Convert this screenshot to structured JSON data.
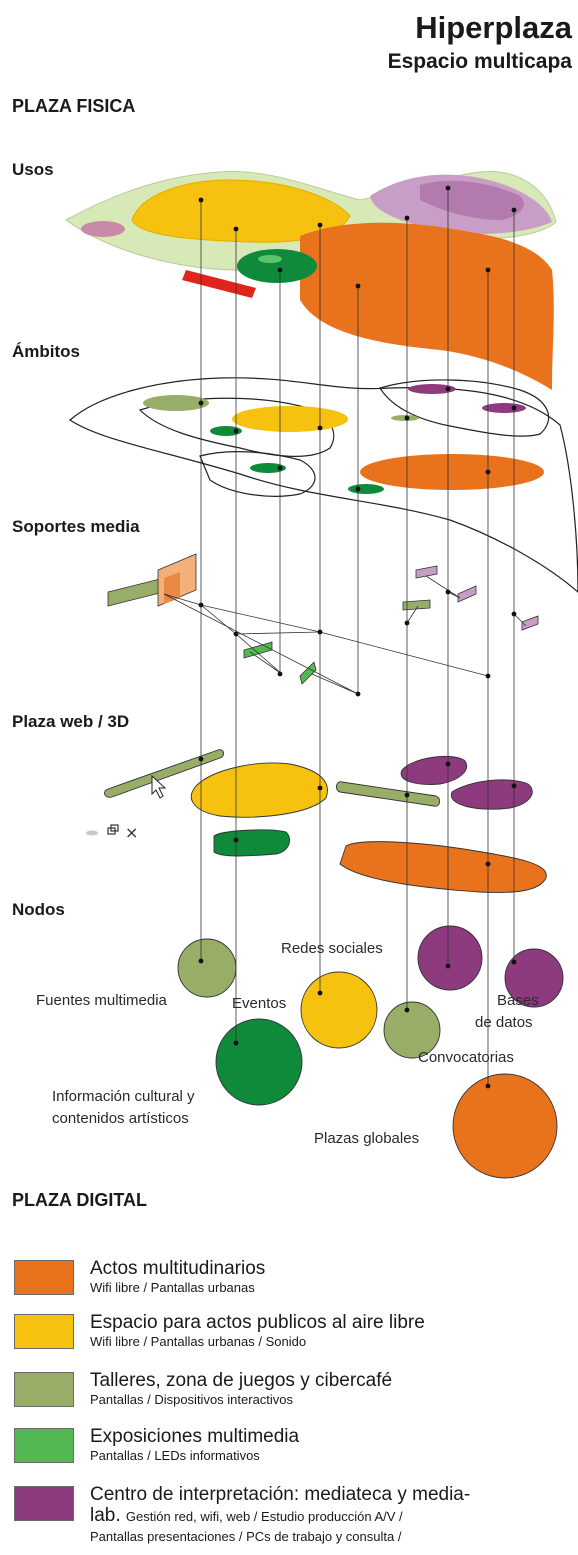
{
  "header": {
    "title": "Hiperplaza",
    "subtitle": "Espacio multicapa"
  },
  "sections": {
    "plaza_fisica": "PLAZA FISICA",
    "usos": "Usos",
    "ambitos": "Ámbitos",
    "soportes_media": "Soportes media",
    "plaza_web": "Plaza web / 3D",
    "nodos": "Nodos",
    "plaza_digital": "PLAZA DIGITAL"
  },
  "colors": {
    "orange": "#e8731c",
    "yellow": "#f6c20f",
    "olive": "#97ad68",
    "green": "#0f8a3a",
    "light_green": "#53b852",
    "purple": "#8e3a7e",
    "pale_green": "#d8e9b8",
    "pink": "#c98aa6",
    "red": "#e0241c"
  },
  "nodes": {
    "fuentes_multimedia": "Fuentes multimedia",
    "eventos": "Eventos",
    "redes_sociales": "Redes sociales",
    "bases_line1": "Bases",
    "bases_line2": "de datos",
    "convocatorias": "Convocatorias",
    "informacion_line1": "Información cultural y",
    "informacion_line2": "contenidos artísticos",
    "plazas_globales": "Plazas globales"
  },
  "window_controls": {
    "icons": [
      "minimize-icon",
      "restore-icon",
      "close-icon"
    ],
    "close_glyph": "×"
  },
  "legend": [
    {
      "color": "#e8731c",
      "title": "Actos multitudinarios",
      "desc": "Wifi libre / Pantallas urbanas"
    },
    {
      "color": "#f6c20f",
      "title": "Espacio para  actos publicos al aire libre",
      "desc": "Wifi libre / Pantallas urbanas / Sonido"
    },
    {
      "color": "#97ad68",
      "title": "Talleres, zona de juegos y cibercafé",
      "desc": "Pantallas / Dispositivos interactivos"
    },
    {
      "color": "#53b852",
      "title": "Exposiciones multimedia",
      "desc": "Pantallas / LEDs informativos"
    },
    {
      "color": "#8e3a7e",
      "title": "Centro de interpretación: mediateca y media-",
      "title_cont": "lab.",
      "desc_inline": "Gestión red, wifi, web / Estudio producción A/V /",
      "desc": "Pantallas presentaciones / PCs de trabajo y consulta /"
    }
  ]
}
